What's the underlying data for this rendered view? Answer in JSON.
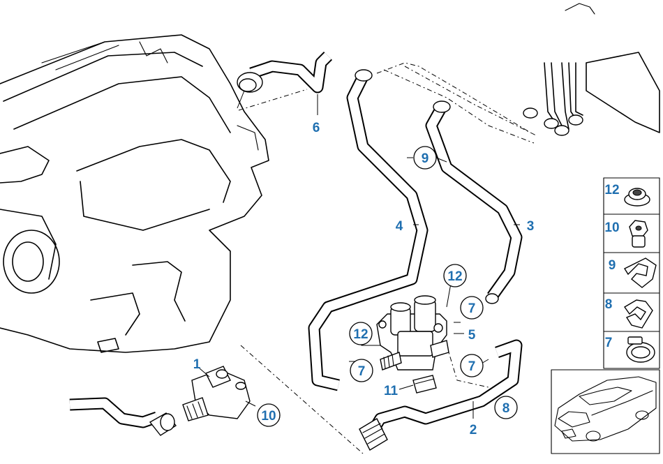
{
  "labels": {
    "p1": "1",
    "p2": "2",
    "p3": "3",
    "p4": "4",
    "p5": "5",
    "p6": "6",
    "p7a": "7",
    "p7b": "7",
    "p7c": "7",
    "p8": "8",
    "p9": "9",
    "p10": "10",
    "p11": "11",
    "p12a": "12",
    "p12b": "12"
  },
  "legend": {
    "items": [
      "12",
      "10",
      "9",
      "8",
      "7"
    ]
  },
  "colors": {
    "label": "#1f6fb0",
    "ink": "#000000"
  }
}
